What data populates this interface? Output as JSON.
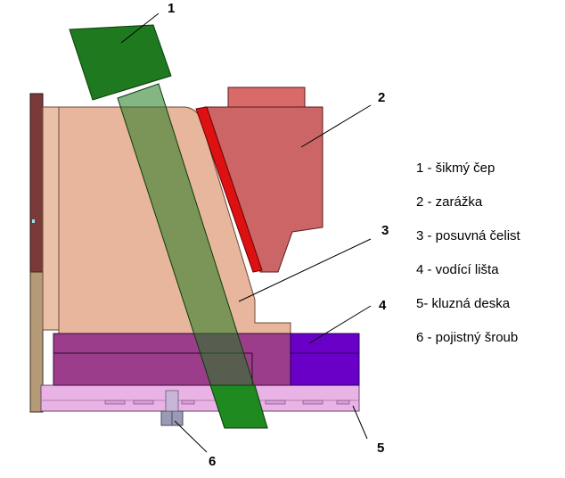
{
  "callouts": {
    "n1": "1",
    "n2": "2",
    "n3": "3",
    "n4": "4",
    "n5": "5",
    "n6": "6"
  },
  "legend": [
    "1 - šikmý čep",
    "2 - zarážka",
    "3 - posuvná čelist",
    "4 - vodící lišta",
    "5- kluzná deska",
    "6 - pojistný šroub"
  ],
  "colors": {
    "pin": "#1f7a1f",
    "stop": "#cc6666",
    "stop_strip": "#dd1111",
    "jaw": "#e8b69c",
    "guide": "#6a00c8",
    "guide_overlap": "#9b3d8a",
    "slide_plate": "#e9b3e6",
    "wall_dark": "#7a3a3a",
    "wall_light": "#b59a78",
    "screw": "#9a9ab4"
  }
}
